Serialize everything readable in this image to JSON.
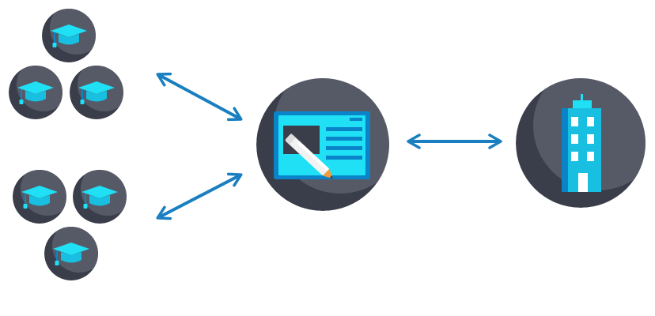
{
  "diagram": {
    "nodes": [
      {
        "id": "student-1",
        "icon": "graduation-cap-icon"
      },
      {
        "id": "student-2",
        "icon": "graduation-cap-icon"
      },
      {
        "id": "student-3",
        "icon": "graduation-cap-icon"
      },
      {
        "id": "student-4",
        "icon": "graduation-cap-icon"
      },
      {
        "id": "student-5",
        "icon": "graduation-cap-icon"
      },
      {
        "id": "student-6",
        "icon": "graduation-cap-icon"
      },
      {
        "id": "platform",
        "icon": "whiteboard-pencil-icon"
      },
      {
        "id": "institution",
        "icon": "office-building-icon"
      }
    ],
    "edges": [
      {
        "from": "student-group-top",
        "to": "platform",
        "direction": "bidirectional"
      },
      {
        "from": "student-group-bottom",
        "to": "platform",
        "direction": "bidirectional"
      },
      {
        "from": "platform",
        "to": "institution",
        "direction": "bidirectional"
      }
    ]
  },
  "colors": {
    "circle_dark": "#3a3d4a",
    "circle_light": "#565a66",
    "icon_cyan": "#1fe0f5",
    "icon_blue": "#0a84c8",
    "arrow_blue": "#1a7fc0",
    "pencil_orange": "#f39a3a",
    "pencil_white": "#f2f2f2"
  }
}
